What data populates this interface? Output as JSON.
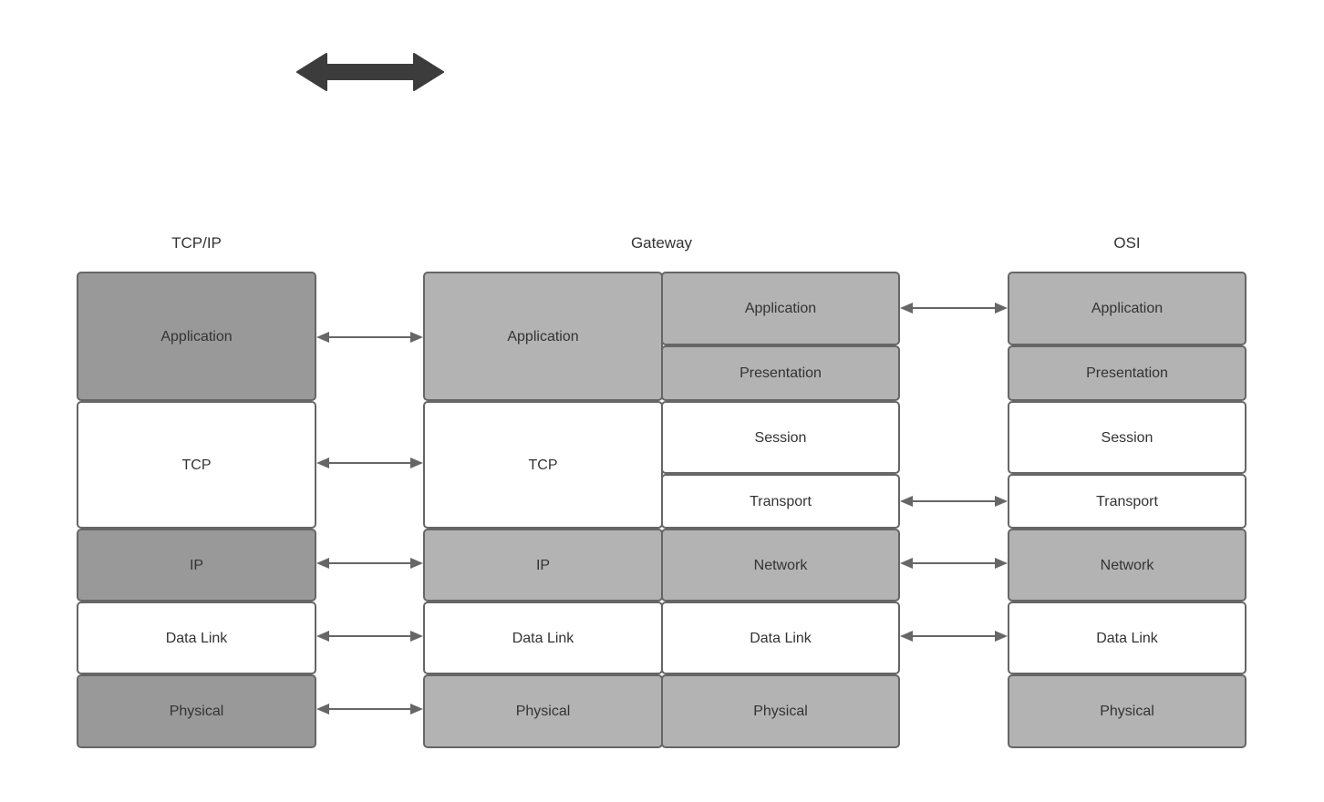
{
  "diagram": {
    "title_accent": "#666666",
    "colors": {
      "border": "#666666",
      "fill_dark": "#999999",
      "fill_light": "#b3b3b3",
      "fill_white": "#ffffff",
      "block_arrow": "#3c3c3c",
      "connector": "#666666",
      "text": "#333333",
      "background": "#ffffff"
    },
    "block_arrow": {
      "icon": "double-headed-arrow-icon",
      "direction": "horizontal"
    },
    "columns": [
      {
        "key": "tcpip",
        "title": "TCP/IP",
        "layers": [
          {
            "label": "Application",
            "fill": "dark"
          },
          {
            "label": "TCP",
            "fill": "white"
          },
          {
            "label": "IP",
            "fill": "dark"
          },
          {
            "label": "Data Link",
            "fill": "white"
          },
          {
            "label": "Physical",
            "fill": "dark"
          }
        ]
      },
      {
        "key": "gateway",
        "title": "Gateway",
        "left_layers": [
          {
            "label": "Application",
            "fill": "light"
          },
          {
            "label": "TCP",
            "fill": "white"
          },
          {
            "label": "IP",
            "fill": "light"
          },
          {
            "label": "Data Link",
            "fill": "white"
          },
          {
            "label": "Physical",
            "fill": "light"
          }
        ],
        "right_layers": [
          {
            "label": "Application",
            "fill": "light"
          },
          {
            "label": "Presentation",
            "fill": "light"
          },
          {
            "label": "Session",
            "fill": "white"
          },
          {
            "label": "Transport",
            "fill": "white"
          },
          {
            "label": "Network",
            "fill": "light"
          },
          {
            "label": "Data Link",
            "fill": "white"
          },
          {
            "label": "Physical",
            "fill": "light"
          }
        ]
      },
      {
        "key": "osi",
        "title": "OSI",
        "layers": [
          {
            "label": "Application",
            "fill": "light"
          },
          {
            "label": "Presentation",
            "fill": "light"
          },
          {
            "label": "Session",
            "fill": "white"
          },
          {
            "label": "Transport",
            "fill": "white"
          },
          {
            "label": "Network",
            "fill": "light"
          },
          {
            "label": "Data Link",
            "fill": "white"
          },
          {
            "label": "Physical",
            "fill": "light"
          }
        ]
      }
    ],
    "connectors_left": [
      {
        "name": "connector-application"
      },
      {
        "name": "connector-tcp"
      },
      {
        "name": "connector-ip"
      },
      {
        "name": "connector-data-link"
      },
      {
        "name": "connector-physical"
      }
    ],
    "connectors_right": [
      {
        "name": "connector-application"
      },
      {
        "name": "connector-transport"
      },
      {
        "name": "connector-network"
      },
      {
        "name": "connector-data-link"
      }
    ]
  }
}
